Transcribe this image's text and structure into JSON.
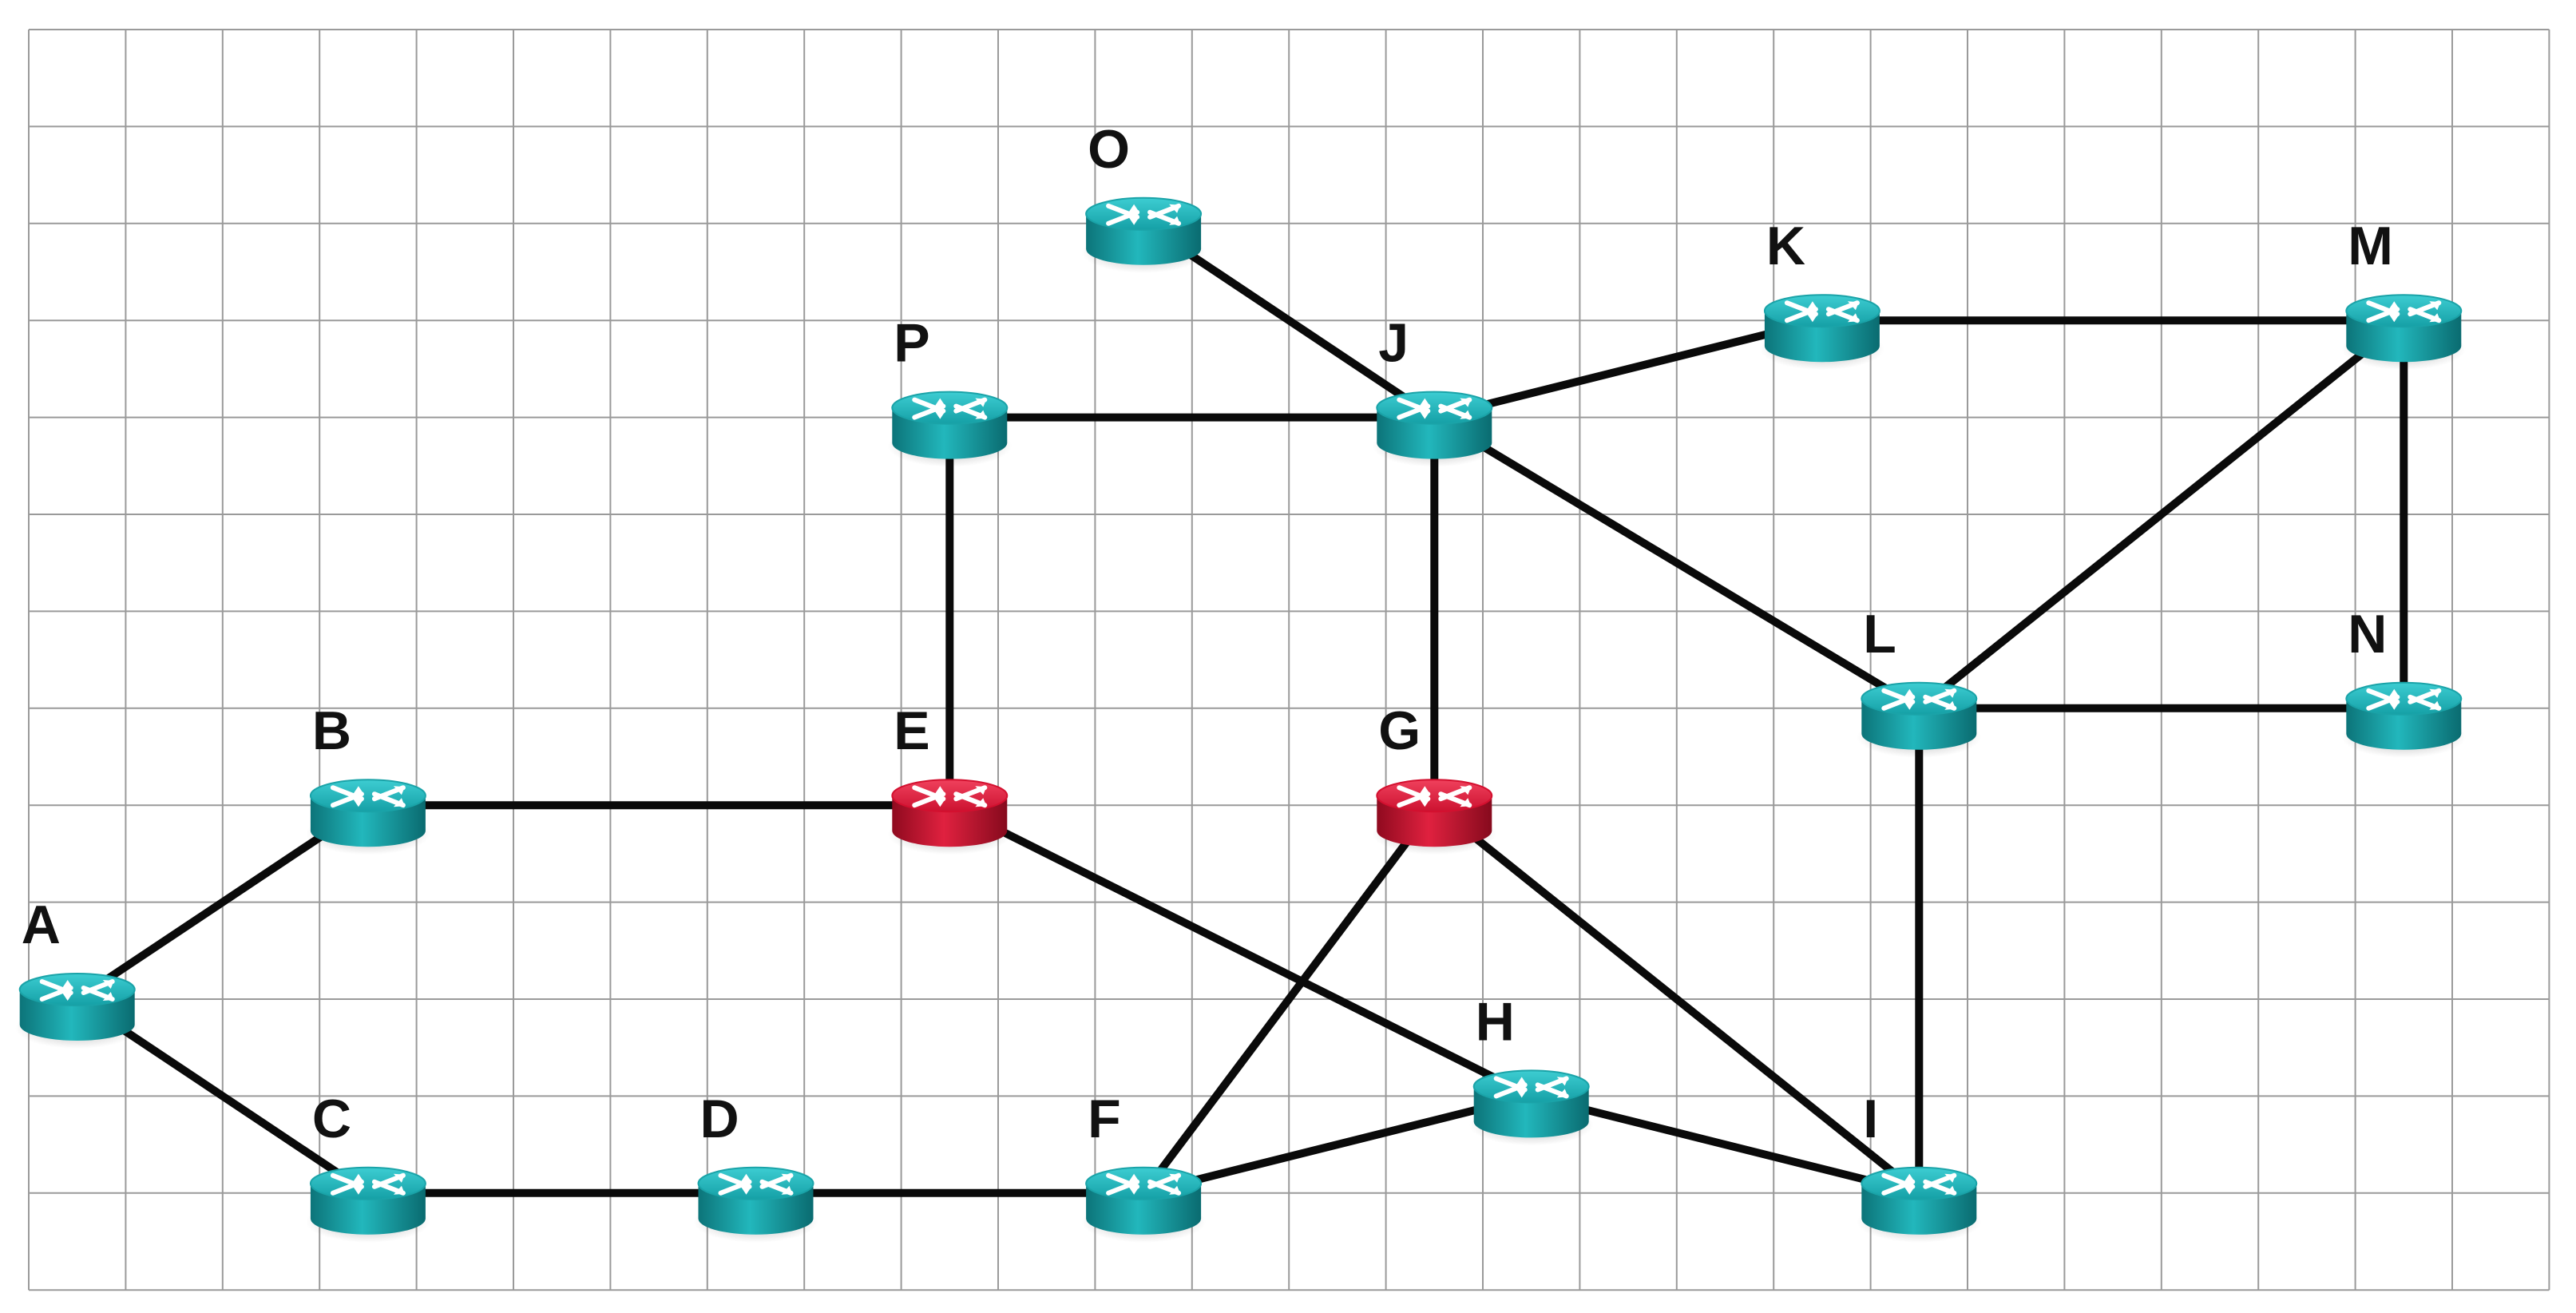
{
  "colors": {
    "router_normal": "#1aa3a8",
    "router_highlight": "#d3102f"
  },
  "nodes": [
    {
      "id": "A",
      "label": "A",
      "state": "normal"
    },
    {
      "id": "B",
      "label": "B",
      "state": "normal"
    },
    {
      "id": "C",
      "label": "C",
      "state": "normal"
    },
    {
      "id": "D",
      "label": "D",
      "state": "normal"
    },
    {
      "id": "E",
      "label": "E",
      "state": "highlight"
    },
    {
      "id": "F",
      "label": "F",
      "state": "normal"
    },
    {
      "id": "G",
      "label": "G",
      "state": "highlight"
    },
    {
      "id": "H",
      "label": "H",
      "state": "normal"
    },
    {
      "id": "I",
      "label": "I",
      "state": "normal"
    },
    {
      "id": "J",
      "label": "J",
      "state": "normal"
    },
    {
      "id": "K",
      "label": "K",
      "state": "normal"
    },
    {
      "id": "L",
      "label": "L",
      "state": "normal"
    },
    {
      "id": "M",
      "label": "M",
      "state": "normal"
    },
    {
      "id": "N",
      "label": "N",
      "state": "normal"
    },
    {
      "id": "O",
      "label": "O",
      "state": "normal"
    },
    {
      "id": "P",
      "label": "P",
      "state": "normal"
    }
  ],
  "edges": [
    [
      "A",
      "B"
    ],
    [
      "A",
      "C"
    ],
    [
      "B",
      "E"
    ],
    [
      "C",
      "D"
    ],
    [
      "D",
      "F"
    ],
    [
      "E",
      "P"
    ],
    [
      "E",
      "H"
    ],
    [
      "F",
      "G"
    ],
    [
      "F",
      "H"
    ],
    [
      "H",
      "I"
    ],
    [
      "G",
      "I"
    ],
    [
      "G",
      "J"
    ],
    [
      "P",
      "J"
    ],
    [
      "O",
      "J"
    ],
    [
      "J",
      "K"
    ],
    [
      "J",
      "L"
    ],
    [
      "K",
      "M"
    ],
    [
      "M",
      "L"
    ],
    [
      "M",
      "N"
    ],
    [
      "L",
      "N"
    ],
    [
      "L",
      "I"
    ]
  ]
}
